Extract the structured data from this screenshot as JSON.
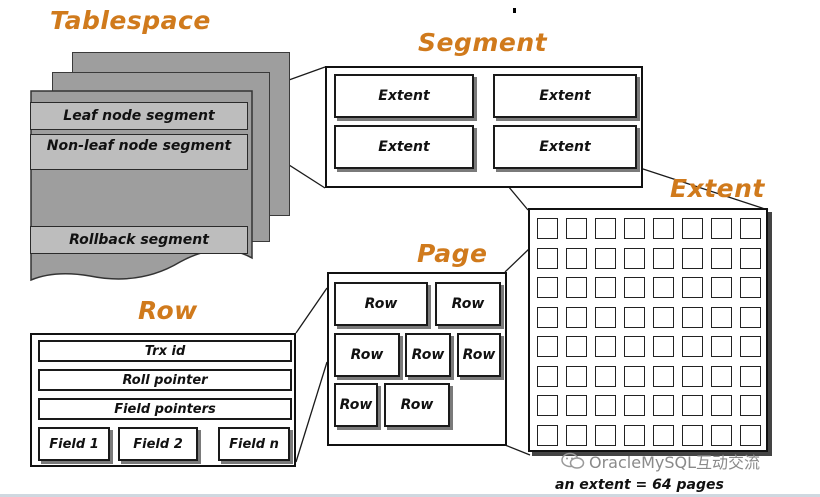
{
  "headings": {
    "tablespace": "Tablespace",
    "segment": "Segment",
    "extent": "Extent",
    "page": "Page",
    "row": "Row"
  },
  "tablespace": {
    "segments": [
      "Leaf node segment",
      "Non-leaf node segment",
      "Rollback segment"
    ]
  },
  "segment": {
    "extents": [
      "Extent",
      "Extent",
      "Extent",
      "Extent"
    ]
  },
  "page": {
    "rows": [
      "Row",
      "Row",
      "Row",
      "Row",
      "Row",
      "Row",
      "Row"
    ]
  },
  "row": {
    "fields": [
      "Trx id",
      "Roll pointer",
      "Field pointers"
    ],
    "columns": [
      "Field 1",
      "Field 2",
      "Field n"
    ]
  },
  "extent": {
    "grid_rows": 8,
    "grid_cols": 8,
    "caption": "an extent = 64 pages"
  },
  "watermark": {
    "text": "OracleMySQL互动交流",
    "icon": "wechat-icon"
  }
}
